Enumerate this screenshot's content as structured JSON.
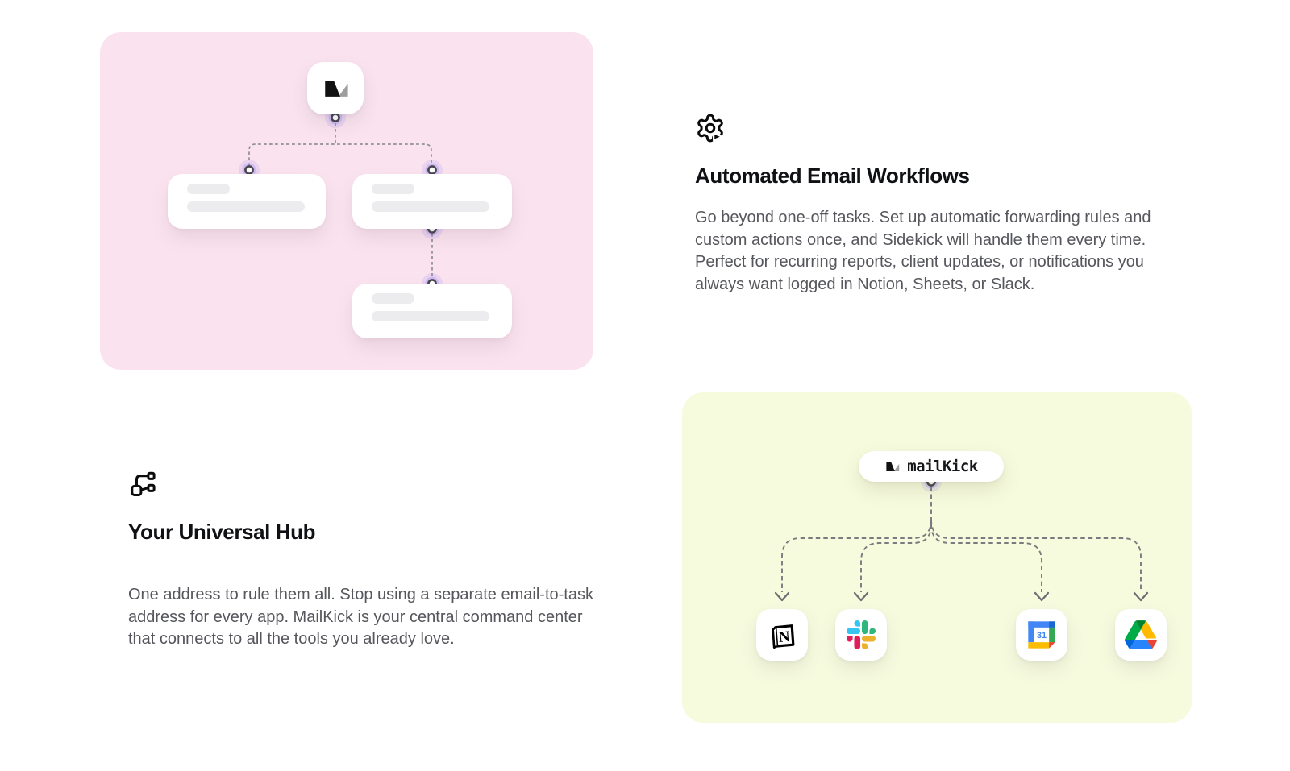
{
  "features": [
    {
      "id": "automated-email-workflows",
      "icon": "gear-play-icon",
      "title": "Automated Email Workflows",
      "body": "Go beyond one-off tasks. Set up automatic forwarding rules and custom actions once, and Sidekick will handle them every time. Perfect for recurring reports, client updates, or notifications you always want logged in Notion, Sheets, or Slack."
    },
    {
      "id": "your-universal-hub",
      "icon": "hub-branch-icon",
      "title": "Your Universal Hub",
      "body": "One address to rule them all. Stop using a separate email-to-task address for every app. MailKick is your central command center that connects to all the tools you already love."
    }
  ],
  "workflow_card": {
    "description": "MailKick logo node branching to three placeholder task cards via dashed connectors",
    "background": "#fae3ef",
    "placeholder_card_count": 3
  },
  "hub_card": {
    "background": "#f7fbde",
    "brand_label": "mailKick",
    "apps": [
      {
        "name": "Notion",
        "icon": "notion-icon",
        "glyph": "N"
      },
      {
        "name": "Slack",
        "icon": "slack-icon"
      },
      {
        "name": "Google Calendar",
        "icon": "google-calendar-icon",
        "label": "31"
      },
      {
        "name": "Google Drive",
        "icon": "google-drive-icon"
      }
    ]
  },
  "colors": {
    "pink_card": "#fae3ef",
    "yellow_card": "#f7fbde",
    "heading": "#101114",
    "body_text": "#56575c",
    "dash_line": "#808084",
    "connector_halo": "#9780f5",
    "logo_black": "#111111",
    "logo_gray": "#9e9e9e",
    "slack_blue": "#36C5F0",
    "slack_green": "#2EB67D",
    "slack_red": "#E01E5A",
    "slack_yellow": "#ECB22E",
    "google_blue": "#4285F4",
    "google_dark_blue": "#1967D2",
    "google_green": "#34A853",
    "google_yellow": "#FBBC04",
    "google_red": "#EA4335",
    "drive_blue": "#0066DA",
    "drive_green": "#00AC47",
    "drive_dark_green": "#00832D",
    "drive_light_blue": "#2684FC",
    "drive_yellow": "#FFBA00"
  }
}
